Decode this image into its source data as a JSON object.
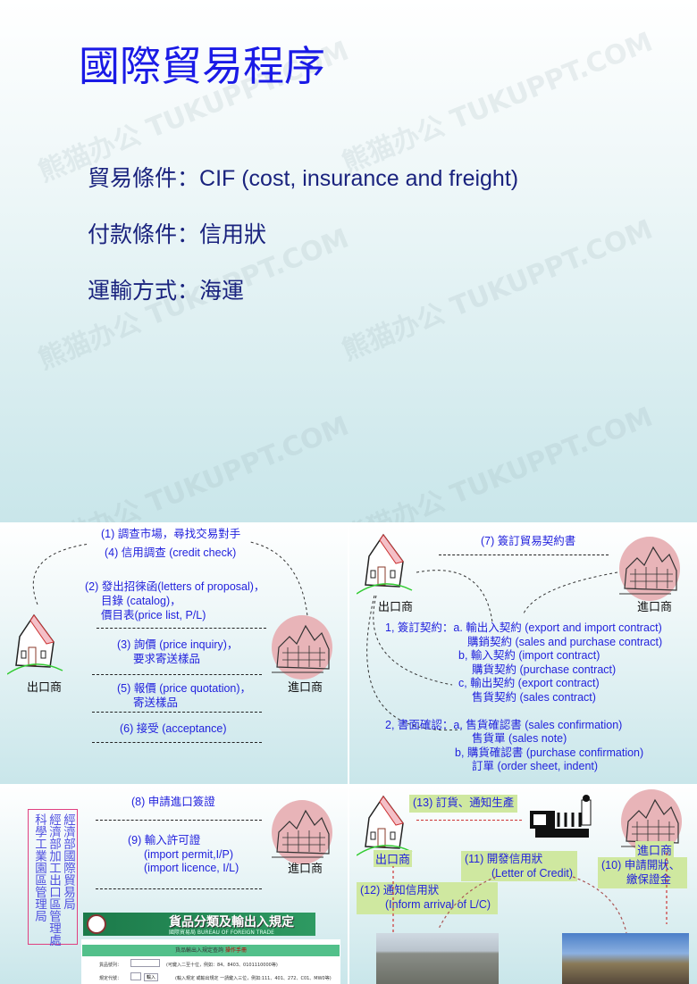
{
  "watermark": "熊猫办公 TUKUPPT.COM",
  "slide1": {
    "title": "國際貿易程序",
    "conditions": [
      {
        "label": "貿易條件：",
        "value": "CIF (cost, insurance and freight)"
      },
      {
        "label": "付款條件：",
        "value": "信用狀"
      },
      {
        "label": "運輸方式：",
        "value": "海運"
      }
    ]
  },
  "slide2": {
    "step1": "(1) 調查市場，尋找交易對手",
    "step4": "(4) 信用調查 (credit check)",
    "step2": [
      "(2) 發出招徠函(letters of proposal)，",
      "目錄 (catalog)，",
      "價目表(price list, P/L)"
    ],
    "step3": [
      "(3) 詢價 (price inquiry)，",
      "要求寄送樣品"
    ],
    "step5": [
      "(5) 報價 (price quotation)，",
      "寄送樣品"
    ],
    "step6": "(6) 接受 (acceptance)",
    "exporter": "出口商",
    "importer": "進口商"
  },
  "slide3": {
    "step7": "(7) 簽訂貿易契約書",
    "exporter": "出口商",
    "importer": "進口商",
    "lines": [
      "1, 簽訂契約：a. 輸出入契約 (export and import contract)",
      "購銷契約 (sales and purchase contract)",
      "b, 輸入契約 (import contract)",
      "購貨契約 (purchase contract)",
      "c, 輸出契約 (export contract)",
      "售貨契約 (sales contract)",
      "2, 書面確認：a, 售貨確認書 (sales confirmation)",
      "售貨單 (sales note)",
      "b, 購貨確認書 (purchase confirmation)",
      "訂單 (order sheet, indent)"
    ]
  },
  "slide4": {
    "step8": "(8) 申請進口簽證",
    "step9": [
      "(9) 輸入許可證",
      "(import permit,I/P)",
      "(import licence, I/L)"
    ],
    "importer": "進口商",
    "agencies": [
      "經濟部國際貿易局",
      "經濟部加工出口區管理處",
      "科學工業園區管理局"
    ],
    "banner_title": "貨品分類及輸出入規定",
    "banner_sub": "國際貿易局 BUREAU OF FOREIGN TRADE",
    "form_title": "貨品輸出入規定查詢",
    "manual": "操作手冊",
    "row1_label": "貨品號列：",
    "row1_hint": "(可鍵入二至十位，例如：84、8403、0101110000等)",
    "row2_label": "規定代號：",
    "row2_select": "輸入",
    "row2_hint": "(輸入規定 或輸出規定 一請鍵入三位，例如:111、401、272、C01、MW0等)"
  },
  "slide5": {
    "step13": "(13) 訂貨、通知生產",
    "exporter": "出口商",
    "importer": "進口商",
    "step11": [
      "(11) 開發信用狀",
      "(Letter of Credit)"
    ],
    "step10": [
      "(10) 申請開狀、",
      "繳保證金"
    ],
    "step12": [
      "(12) 通知信用狀",
      "(Inform arrival of L/C)"
    ]
  },
  "colors": {
    "title": "#1a1ae6",
    "text_blue": "#2222dd",
    "label_green": "#cfe8a0",
    "house_pink": "#e8b4b8"
  }
}
